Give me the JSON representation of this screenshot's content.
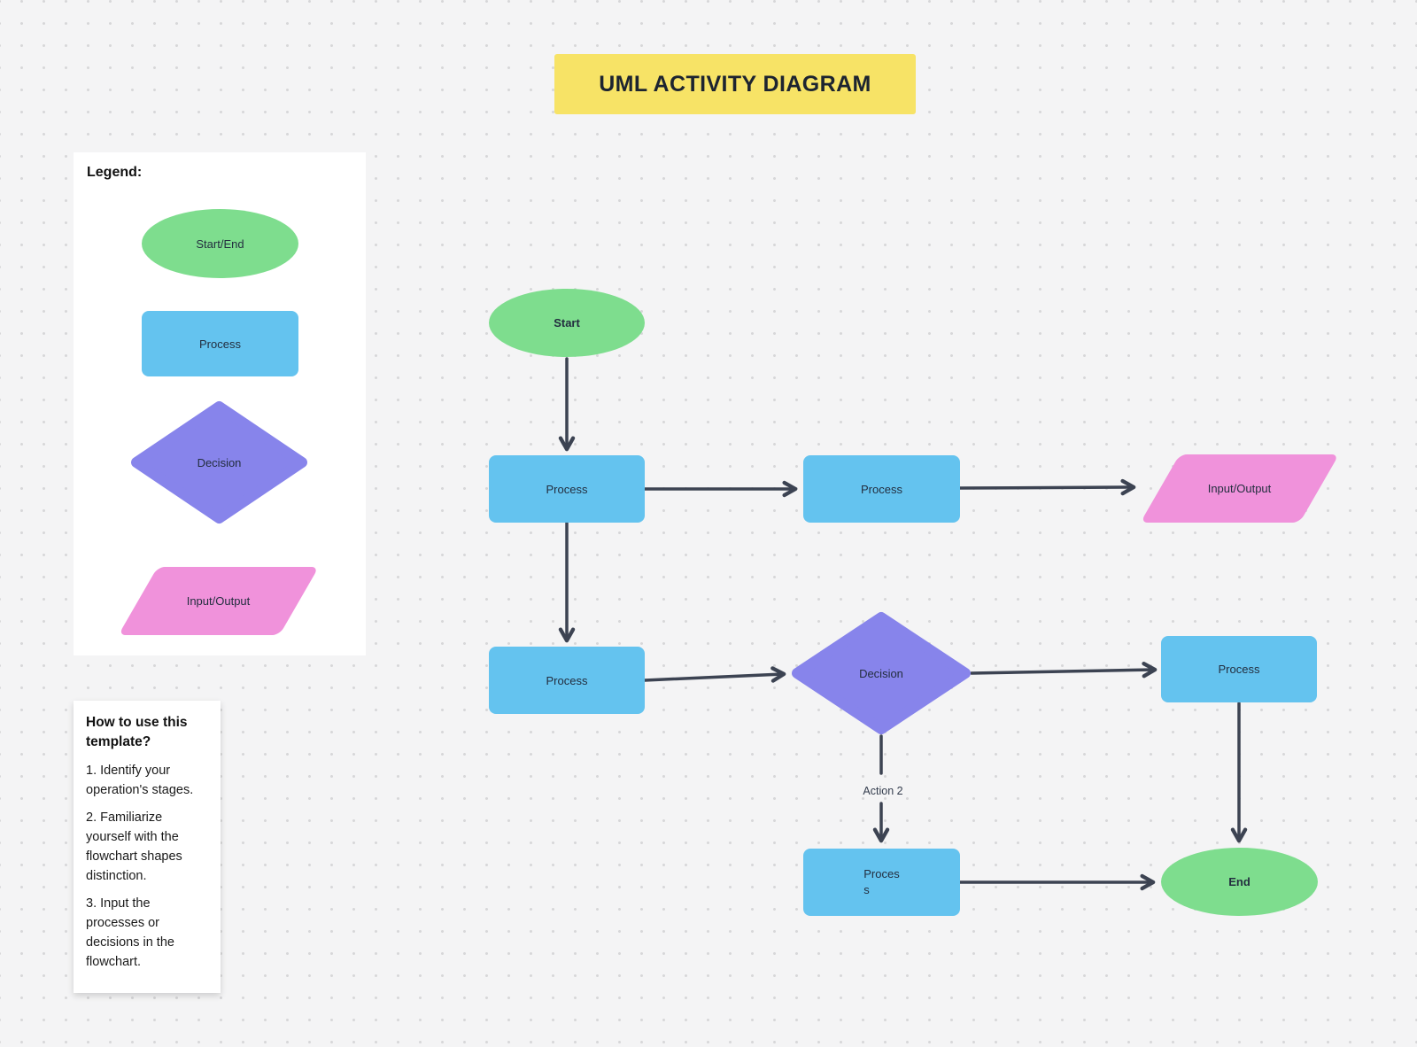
{
  "title": "UML ACTIVITY DIAGRAM",
  "colors": {
    "background": "#f4f4f5",
    "grid_dot": "#d7d7d9",
    "banner_yellow": "#f7e366",
    "green": "#7edd8e",
    "blue": "#64c3ef",
    "purple": "#8784eb",
    "pink": "#f092db",
    "arrow": "#3c4352",
    "node_text": "#232e3f"
  },
  "legend": {
    "heading": "Legend:",
    "items": [
      {
        "shape": "ellipse",
        "label": "Start/End"
      },
      {
        "shape": "rectangle",
        "label": "Process"
      },
      {
        "shape": "diamond",
        "label": "Decision"
      },
      {
        "shape": "parallelogram",
        "label": "Input/Output"
      }
    ]
  },
  "instructions": {
    "heading": "How to use this template?",
    "steps": [
      "1. Identify your operation's stages.",
      "2. Familiarize yourself with the flowchart shapes distinction.",
      "3. Input the processes or decisions in the flowchart."
    ]
  },
  "flowchart": {
    "nodes": {
      "start": {
        "type": "start-ellipse",
        "label": "Start"
      },
      "process1": {
        "type": "process",
        "label": "Process"
      },
      "process2": {
        "type": "process",
        "label": "Process"
      },
      "io": {
        "type": "input-output",
        "label": "Input/Output"
      },
      "process3": {
        "type": "process",
        "label": "Process"
      },
      "decision": {
        "type": "decision",
        "label": "Decision"
      },
      "process4": {
        "type": "process",
        "label": "Process"
      },
      "process5": {
        "type": "process",
        "label": "Process",
        "display_lines": [
          "Proces",
          "s"
        ]
      },
      "end": {
        "type": "end-ellipse",
        "label": "End"
      }
    },
    "edge_label": "Action 2"
  }
}
